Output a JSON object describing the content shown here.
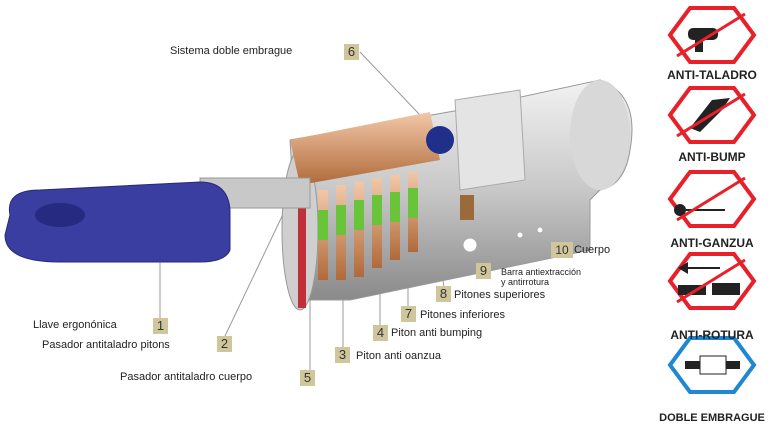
{
  "parts": [
    {
      "num": "1",
      "label": "Llave ergonónica"
    },
    {
      "num": "2",
      "label": "Pasador antitaladro pitons"
    },
    {
      "num": "3",
      "label": "Piton anti oanzua"
    },
    {
      "num": "4",
      "label": "Piton anti bumping"
    },
    {
      "num": "5",
      "label": "Pasador antitaladro cuerpo"
    },
    {
      "num": "6",
      "label": "Sistema doble embrague"
    },
    {
      "num": "7",
      "label": "Pitones inferiores"
    },
    {
      "num": "8",
      "label": "Pitones superiores"
    },
    {
      "num": "9",
      "label": "Barra antiextracción",
      "label2": "y antirrotura"
    },
    {
      "num": "10",
      "label": "Cuerpo"
    }
  ],
  "features": [
    {
      "label": "ANTI-TALADRO",
      "icon": "drill-icon",
      "color": "#e8202a"
    },
    {
      "label": "ANTI-BUMP",
      "icon": "bump-hammer-icon",
      "color": "#e8202a"
    },
    {
      "label": "ANTI-GANZUA",
      "icon": "pick-key-icon",
      "color": "#e8202a"
    },
    {
      "label": "ANTI-ROTURA",
      "icon": "break-icon",
      "color": "#e8202a"
    },
    {
      "label": "DOBLE  EMBRAGUE",
      "icon": "clutch-icon",
      "color": "#1e88d0"
    }
  ],
  "colors": {
    "key": "#3a3ea0",
    "tag": "#cfc69c",
    "brass": "#c98a5a",
    "pin_green": "#6ac43a"
  }
}
